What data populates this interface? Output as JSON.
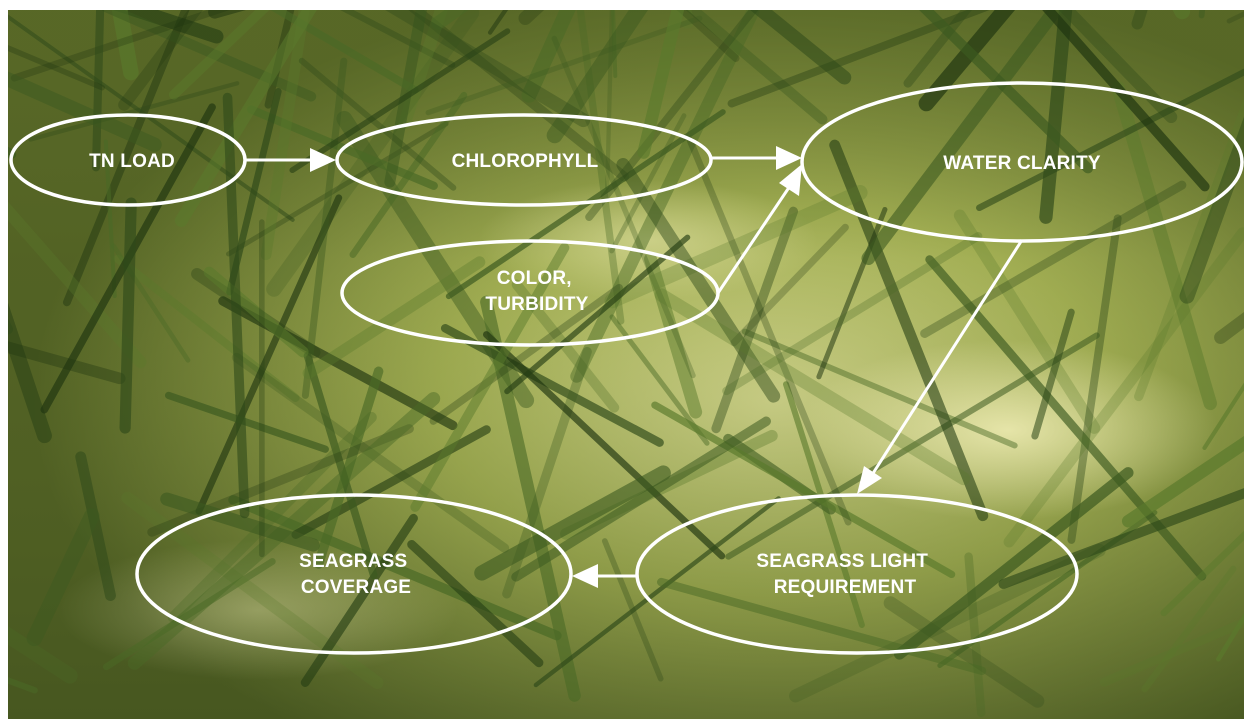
{
  "diagram": {
    "nodes": {
      "tn_load": {
        "lines": [
          "TN LOAD"
        ]
      },
      "chlorophyll": {
        "lines": [
          "CHLOROPHYLL"
        ]
      },
      "water_clarity": {
        "lines": [
          "WATER CLARITY"
        ]
      },
      "color_turbidity": {
        "lines": [
          "COLOR,",
          "TURBIDITY"
        ]
      },
      "seagrass_light": {
        "lines": [
          "SEAGRASS LIGHT",
          "REQUIREMENT"
        ]
      },
      "seagrass_coverage": {
        "lines": [
          "SEAGRASS",
          "COVERAGE"
        ]
      }
    },
    "edges": [
      {
        "from": "tn_load",
        "to": "chlorophyll"
      },
      {
        "from": "chlorophyll",
        "to": "water_clarity"
      },
      {
        "from": "color_turbidity",
        "to": "water_clarity"
      },
      {
        "from": "water_clarity",
        "to": "seagrass_light"
      },
      {
        "from": "seagrass_light",
        "to": "seagrass_coverage"
      }
    ],
    "colors": {
      "outline": "#ffffff",
      "text": "#ffffff",
      "background_dark": "#3a4a1c",
      "background_light": "#c9d07a"
    }
  }
}
